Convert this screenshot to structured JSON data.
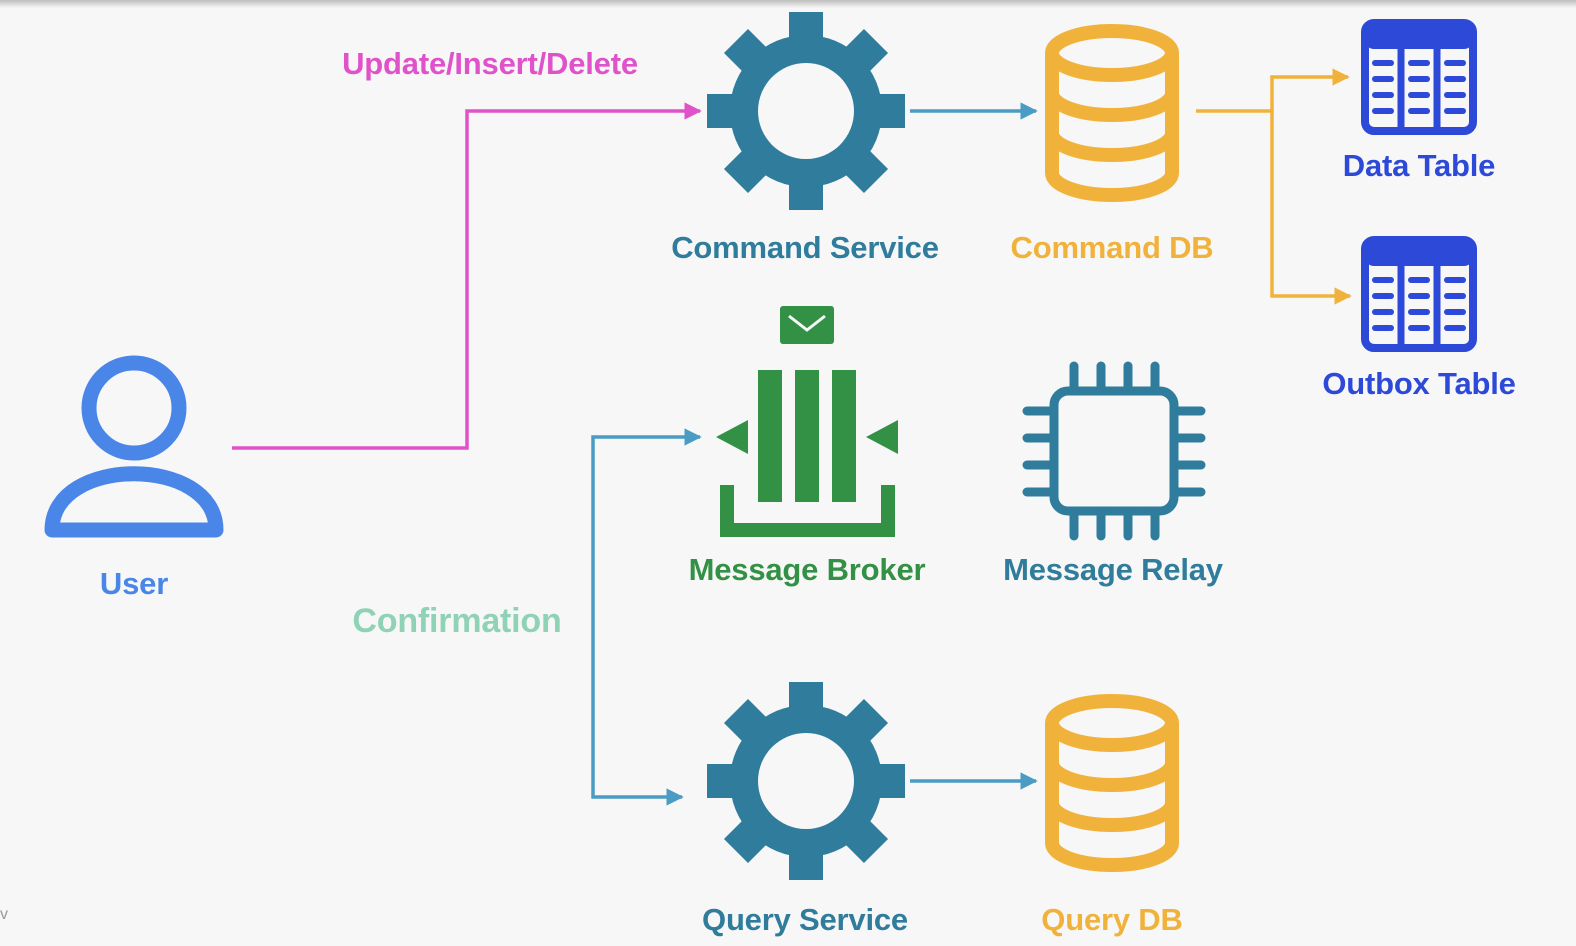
{
  "colors": {
    "user": "#4a86e8",
    "edit_flow": "#e052c9",
    "service": "#2f7c9c",
    "db": "#f0b23a",
    "table": "#2c49d8",
    "broker": "#339146",
    "confirmation_text": "#8fd2b6",
    "arrow_teal": "#4a9cc4"
  },
  "nodes": {
    "user": {
      "label": "User",
      "icon": "user-icon"
    },
    "command_service": {
      "label": "Command Service",
      "icon": "gear-icon"
    },
    "command_db": {
      "label": "Command DB",
      "icon": "database-icon"
    },
    "data_table": {
      "label": "Data Table",
      "icon": "table-icon"
    },
    "outbox_table": {
      "label": "Outbox Table",
      "icon": "table-icon"
    },
    "message_broker": {
      "label": "Message Broker",
      "icon": "message-broker-icon"
    },
    "message_relay": {
      "label": "Message Relay",
      "icon": "chip-icon"
    },
    "query_service": {
      "label": "Query Service",
      "icon": "gear-icon"
    },
    "query_db": {
      "label": "Query DB",
      "icon": "database-icon"
    }
  },
  "edges": {
    "user_to_command": {
      "label": "Update/Insert/Delete"
    },
    "broker_to_query": {
      "label": "Confirmation"
    }
  },
  "corner_mark": "v"
}
